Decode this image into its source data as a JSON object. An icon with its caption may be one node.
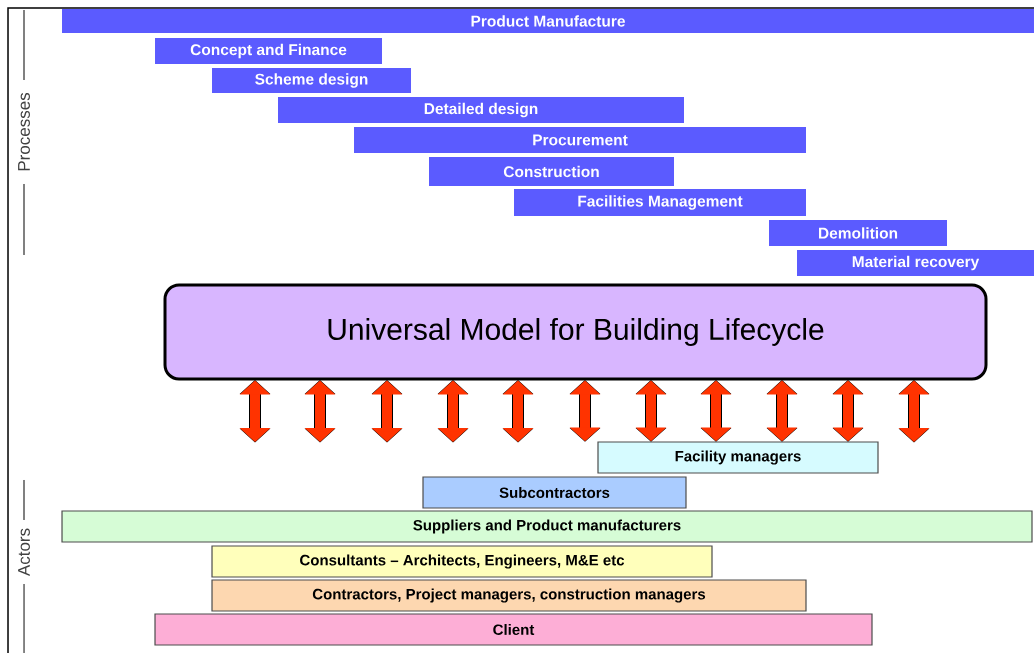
{
  "diagram": {
    "nodes": [
      {
        "text": [
          "Product Manufacture"
        ]
      },
      {
        "text": [
          "Concept and Finance"
        ]
      },
      {
        "text": [
          "Scheme design"
        ]
      },
      {
        "text": [
          "Detailed design"
        ]
      },
      {
        "text": [
          "Procurement"
        ]
      },
      {
        "text": [
          "Construction"
        ]
      },
      {
        "text": [
          "Facilities Management"
        ]
      },
      {
        "text": [
          "Demolition"
        ]
      },
      {
        "text": [
          "Material recovery"
        ]
      },
      {
        "text": [
          "Universal Model for Building Lifecycle"
        ]
      },
      {
        "text": [
          "Facility managers"
        ]
      },
      {
        "text": [
          "Subcontractors"
        ]
      },
      {
        "text": [
          "Suppliers and Product manufacturers"
        ]
      },
      {
        "text": [
          "Consultants – Architects, Engineers, M&E etc"
        ]
      },
      {
        "text": [
          "Contractors, Project managers, construction managers"
        ]
      },
      {
        "text": [
          "Client"
        ]
      }
    ],
    "edges": [
      {
        "from": 9,
        "to": null,
        "arrow": "both"
      },
      {
        "from": 9,
        "to": null,
        "arrow": "both"
      },
      {
        "from": 9,
        "to": null,
        "arrow": "both"
      },
      {
        "from": 9,
        "to": null,
        "arrow": "both"
      },
      {
        "from": 9,
        "to": null,
        "arrow": "both"
      },
      {
        "from": 9,
        "to": 10,
        "arrow": "both"
      },
      {
        "from": 9,
        "to": 10,
        "arrow": "both"
      },
      {
        "from": 9,
        "to": 10,
        "arrow": "both"
      },
      {
        "from": 9,
        "to": 10,
        "arrow": "both"
      },
      {
        "from": 9,
        "to": 10,
        "arrow": "both"
      },
      {
        "from": 9,
        "to": null,
        "arrow": "both"
      }
    ],
    "labels": [
      "Processes",
      "Actors"
    ]
  }
}
